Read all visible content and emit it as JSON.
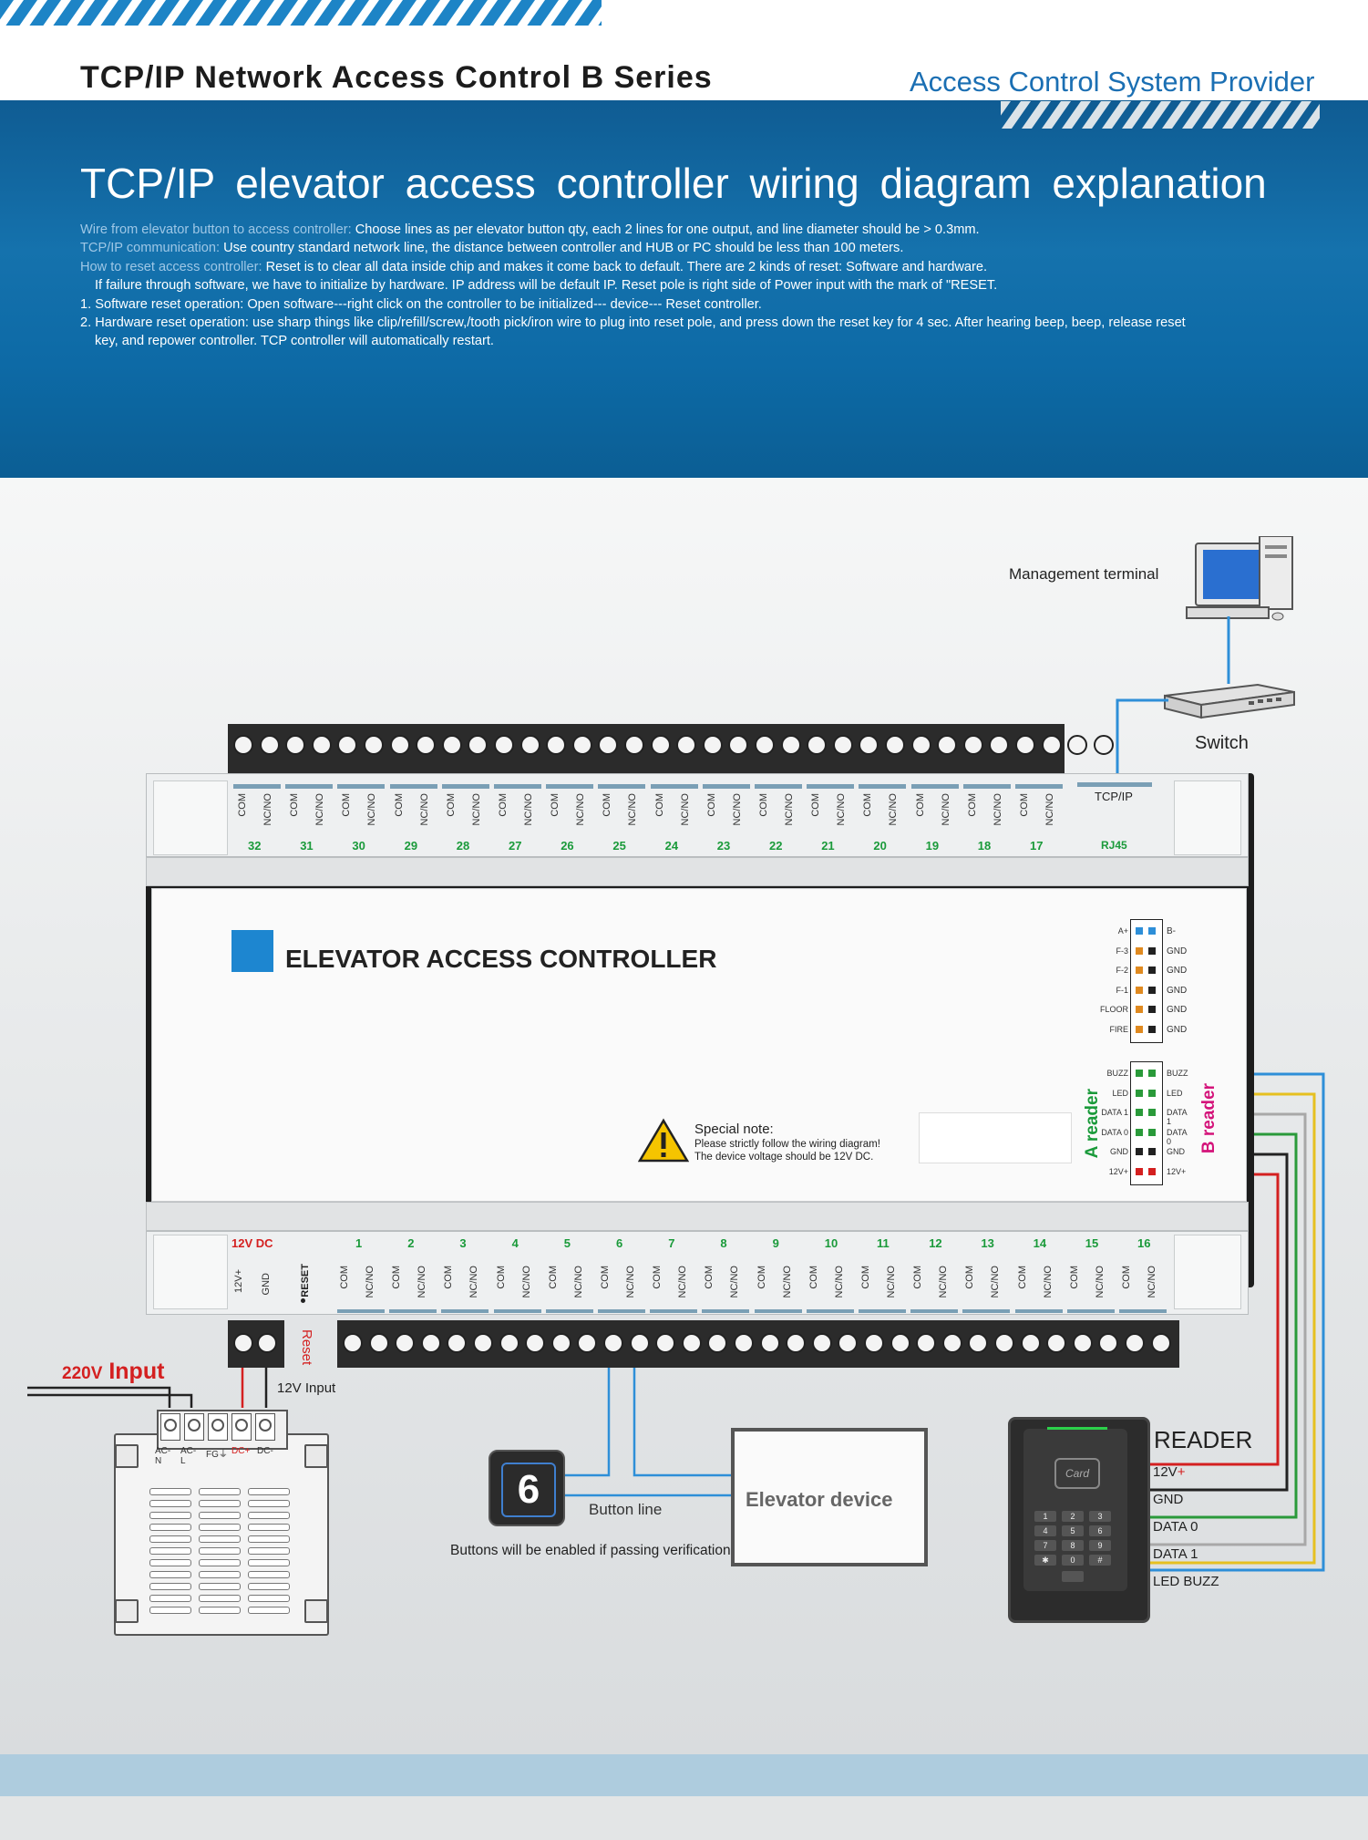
{
  "header": {
    "series_title": "TCP/IP Network Access Control  B  Series",
    "provider": "Access Control System Provider",
    "main_title": "TCP/IP elevator access controller wiring diagram explanation"
  },
  "explanation": [
    {
      "label": "Wire from elevator button to access controller:",
      "text": "Choose lines as per elevator button qty, each 2 lines for one output, and line diameter should be > 0.3mm."
    },
    {
      "label": "TCP/IP communication:",
      "text": "Use country standard network line, the distance between controller and HUB or PC should be less than 100 meters."
    },
    {
      "label": "How to reset access controller:",
      "text": "Reset is to clear all data inside chip and makes it come back to default. There are 2 kinds of reset: Software and hardware."
    },
    {
      "label": "",
      "text": "If failure through software, we have to initialize by hardware. IP address will be default IP.  Reset pole is right side of Power input with the mark of  \"RESET."
    },
    {
      "label": "",
      "text": "1. Software reset operation: Open software---right click on the controller to be initialized--- device--- Reset controller."
    },
    {
      "label": "",
      "text": "2. Hardware reset operation: use sharp things like clip/refill/screw,/tooth pick/iron wire to plug into reset pole, and press down the reset key for 4 sec.  After hearing beep, beep, release reset"
    },
    {
      "label": "",
      "text": "key, and repower controller. TCP controller will automatically restart."
    }
  ],
  "network": {
    "management_terminal": "Management terminal",
    "switch": "Switch",
    "tcpip": "TCP/IP",
    "rj45": "RJ45"
  },
  "controller": {
    "title": "ELEVATOR ACCESS CONTROLLER",
    "top_relays": [
      "32",
      "31",
      "30",
      "29",
      "28",
      "27",
      "26",
      "25",
      "24",
      "23",
      "22",
      "21",
      "20",
      "19",
      "18",
      "17"
    ],
    "bottom_relays": [
      "1",
      "2",
      "3",
      "4",
      "5",
      "6",
      "7",
      "8",
      "9",
      "10",
      "11",
      "12",
      "13",
      "14",
      "15",
      "16"
    ],
    "com": "COM",
    "ncno": "NC/NO",
    "power_label": "12V DC",
    "v12": "12V+",
    "gnd": "GND",
    "reset": "RESET",
    "reset_wire": "Reset",
    "input_12v": "12V Input",
    "special_note_title": "Special note:",
    "special_note_lines": [
      "Please strictly follow the wiring diagram!",
      "The device voltage should be 12V DC."
    ],
    "aux_left": [
      "A+",
      "F-3",
      "F-2",
      "F-1",
      "FLOOR",
      "FIRE"
    ],
    "aux_right": [
      "B-",
      "GND",
      "GND",
      "GND",
      "GND",
      "GND"
    ],
    "reader_left": [
      "BUZZ",
      "LED",
      "DATA 1",
      "DATA 0",
      "GND",
      "12V+"
    ],
    "reader_right": [
      "BUZZ",
      "LED",
      "DATA 1",
      "DATA 0",
      "GND",
      "12V+"
    ],
    "a_reader": "A reader",
    "b_reader": "B reader"
  },
  "power_supply": {
    "input_label_voltage": "220V",
    "input_label_text": "Input",
    "terminals": [
      "AC-N",
      "AC-L",
      "FG⏚",
      "DC+",
      "DC-"
    ]
  },
  "button": {
    "digit": "6",
    "button_line": "Button line",
    "caption": "Buttons will be enabled if passing verification"
  },
  "elevator": {
    "label": "Elevator device"
  },
  "reader": {
    "title": "READER",
    "card": "Card",
    "keys": [
      "1",
      "2",
      "3",
      "4",
      "5",
      "6",
      "7",
      "8",
      "9",
      "✱",
      "0",
      "#"
    ],
    "wires": [
      "12V+",
      "GND",
      "DATA 0",
      "DATA 1",
      "LED BUZZ"
    ]
  },
  "colors": {
    "banner": "#1572ad",
    "accent_blue": "#1b6fb3",
    "green": "#1a9a3a",
    "red": "#d42020",
    "magenta": "#d4137a",
    "wire_blue": "#2e8fd8",
    "wire_yellow": "#e6c020",
    "wire_gray": "#a8a8a8",
    "wire_green": "#2a9a3a",
    "wire_black": "#222222",
    "wire_red": "#d42020"
  }
}
